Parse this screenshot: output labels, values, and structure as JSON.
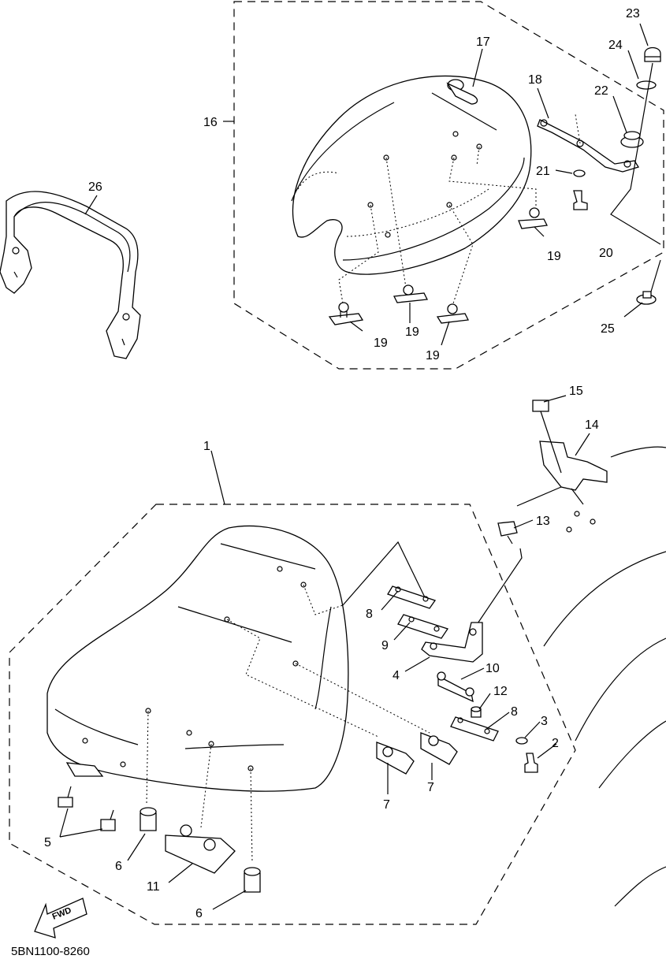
{
  "diagram_code": "5BN1100-8260",
  "fwd_label": "FWD",
  "callouts": {
    "c1": "1",
    "c2": "2",
    "c3": "3",
    "c4": "4",
    "c5": "5",
    "c6a": "6",
    "c6b": "6",
    "c7a": "7",
    "c7b": "7",
    "c8a": "8",
    "c8b": "8",
    "c9": "9",
    "c10": "10",
    "c11": "11",
    "c12": "12",
    "c13": "13",
    "c14": "14",
    "c15": "15",
    "c16": "16",
    "c17": "17",
    "c18": "18",
    "c19a": "19",
    "c19b": "19",
    "c19c": "19",
    "c19d": "19",
    "c20": "20",
    "c21": "21",
    "c22": "22",
    "c23": "23",
    "c24": "24",
    "c25": "25",
    "c26": "26"
  }
}
